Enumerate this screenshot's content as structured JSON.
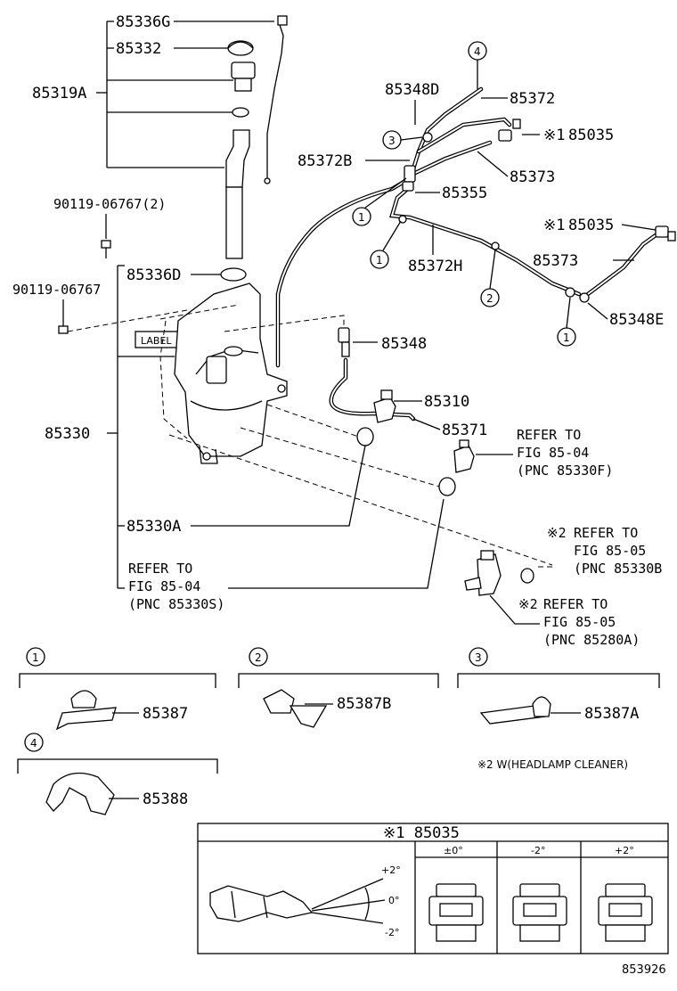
{
  "parts": {
    "p85336G": "85336G",
    "p85332": "85332",
    "p85319A": "85319A",
    "p90119_2": "90119-06767(2)",
    "p85336D": "85336D",
    "p90119": "90119-06767",
    "label_tag": "LABEL",
    "p85330": "85330",
    "p85330A": "85330A",
    "p85348D": "85348D",
    "p85372": "85372",
    "p85035a": "85035",
    "p85372B": "85372B",
    "p85373a": "85373",
    "p85355": "85355",
    "p85035b": "85035",
    "p85372H": "85372H",
    "p85373b": "85373",
    "p85348E": "85348E",
    "p85348": "85348",
    "p85310": "85310",
    "p85371": "85371",
    "p85387": "85387",
    "p85387B": "85387B",
    "p85387A": "85387A",
    "p85388": "85388"
  },
  "refs": {
    "r1_l1": "REFER TO",
    "r1_l2": "FIG 85-04",
    "r1_l3": "(PNC 85330F)",
    "r2_l1": "REFER TO",
    "r2_l2": "FIG 85-05",
    "r2_l3": "(PNC 85330B",
    "r3_l1": "REFER TO",
    "r3_l2": "FIG 85-05",
    "r3_l3": "(PNC 85280A)",
    "r4_l1": "REFER TO",
    "r4_l2": "FIG 85-04",
    "r4_l3": "(PNC 85330S)"
  },
  "marks": {
    "m1": "※1",
    "m2": "※2"
  },
  "callouts": {
    "c1": "1",
    "c2": "2",
    "c3": "3",
    "c4": "4"
  },
  "note": "※2 W(HEADLAMP CLEANER)",
  "table": {
    "title": "※1 85035",
    "cols": [
      "±0°",
      "-2°",
      "+2°"
    ],
    "angle_top": "+2°",
    "angle_mid": "0°",
    "angle_bot": "-2°"
  },
  "figure_no": "853926"
}
